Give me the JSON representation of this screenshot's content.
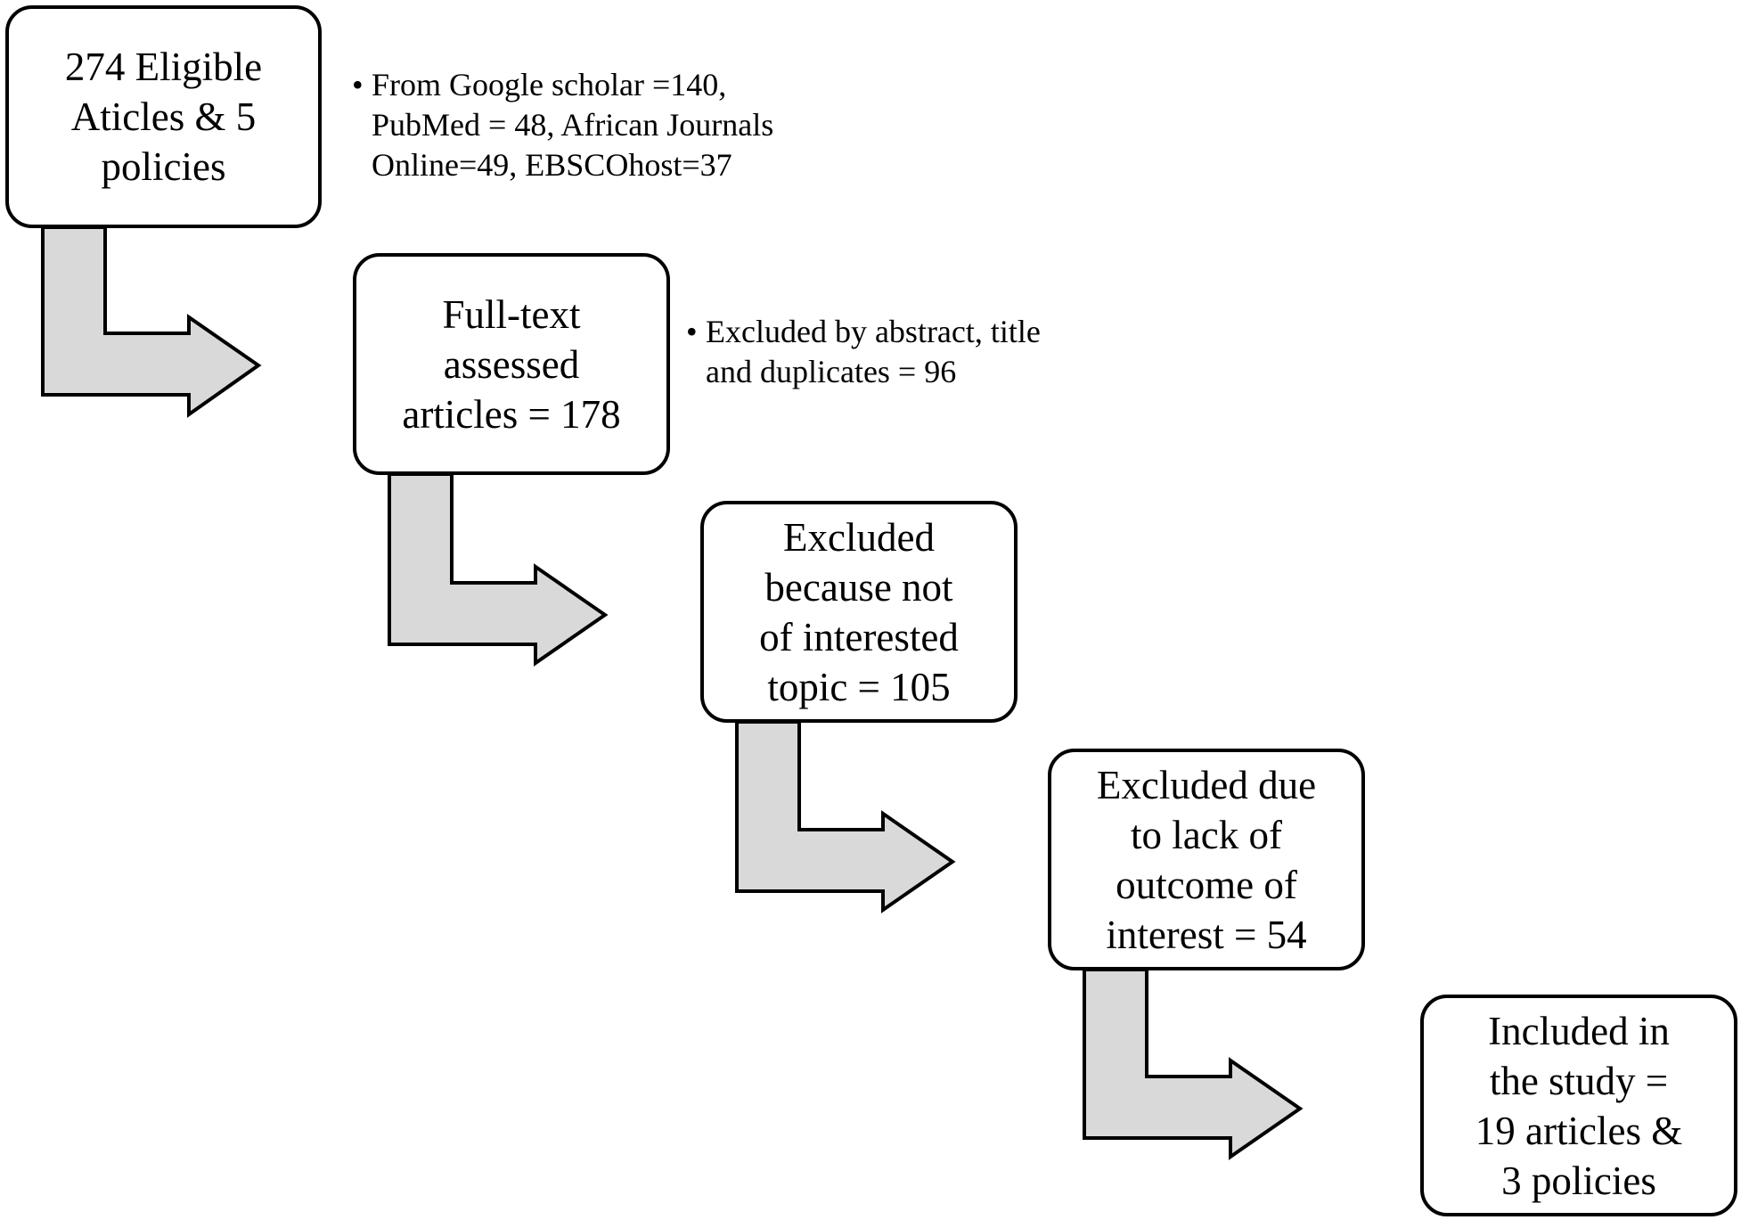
{
  "colors": {
    "arrow_fill": "#d9d9d9",
    "stroke": "#000000",
    "box_fill": "#ffffff"
  },
  "steps": [
    {
      "label": "274 Eligible\nAticles & 5\npolicies"
    },
    {
      "label": "Full-text\nassessed\narticles = 178"
    },
    {
      "label": "Excluded\nbecause not\nof interested\ntopic = 105"
    },
    {
      "label": "Excluded due\nto lack of\noutcome of\ninterest = 54"
    },
    {
      "label": "Included in\nthe study =\n19 articles &\n3 policies"
    }
  ],
  "notes": [
    {
      "bullet": "•",
      "text": "From Google scholar =140,\nPubMed = 48, African Journals\nOnline=49, EBSCOhost=37"
    },
    {
      "bullet": "•",
      "text": "Excluded by abstract, title\nand duplicates = 96"
    }
  ]
}
